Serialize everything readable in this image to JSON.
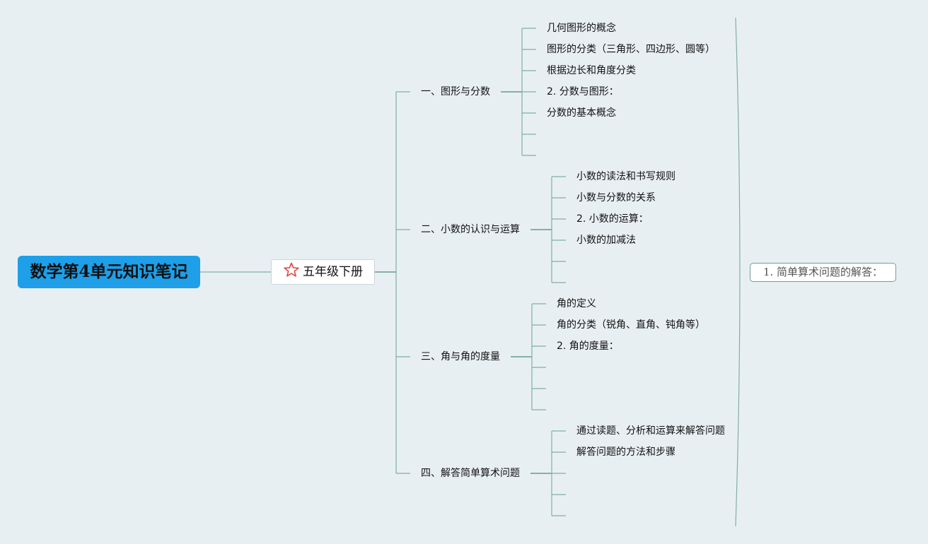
{
  "root": {
    "title": "数学第4单元知识笔记"
  },
  "subtopic": {
    "label": "五年级下册",
    "icon": "star-outline-icon",
    "icon_color": "#e0463c"
  },
  "branches": [
    {
      "label": "一、图形与分数",
      "leaves": [
        "几何图形的概念",
        "图形的分类（三角形、四边形、圆等）",
        "根据边长和角度分类",
        "2. 分数与图形：",
        "分数的基本概念",
        "",
        ""
      ]
    },
    {
      "label": "二、小数的认识与运算",
      "leaves": [
        "小数的读法和书写规则",
        "小数与分数的关系",
        "2. 小数的运算：",
        "小数的加减法",
        "",
        ""
      ]
    },
    {
      "label": "三、角与角的度量",
      "leaves": [
        "角的定义",
        "角的分类（锐角、直角、钝角等）",
        "2. 角的度量：",
        "",
        "",
        ""
      ]
    },
    {
      "label": "四、解答简单算术问题",
      "leaves": [
        "通过读题、分析和运算来解答问题",
        "解答问题的方法和步骤",
        "",
        "",
        ""
      ]
    }
  ],
  "summary": {
    "label": "1. 简单算术问题的解答："
  },
  "colors": {
    "background": "#e8eff3",
    "root_fill": "#1e9fe8",
    "line": "#7fb0a0",
    "line_dark": "#4a8a78"
  }
}
